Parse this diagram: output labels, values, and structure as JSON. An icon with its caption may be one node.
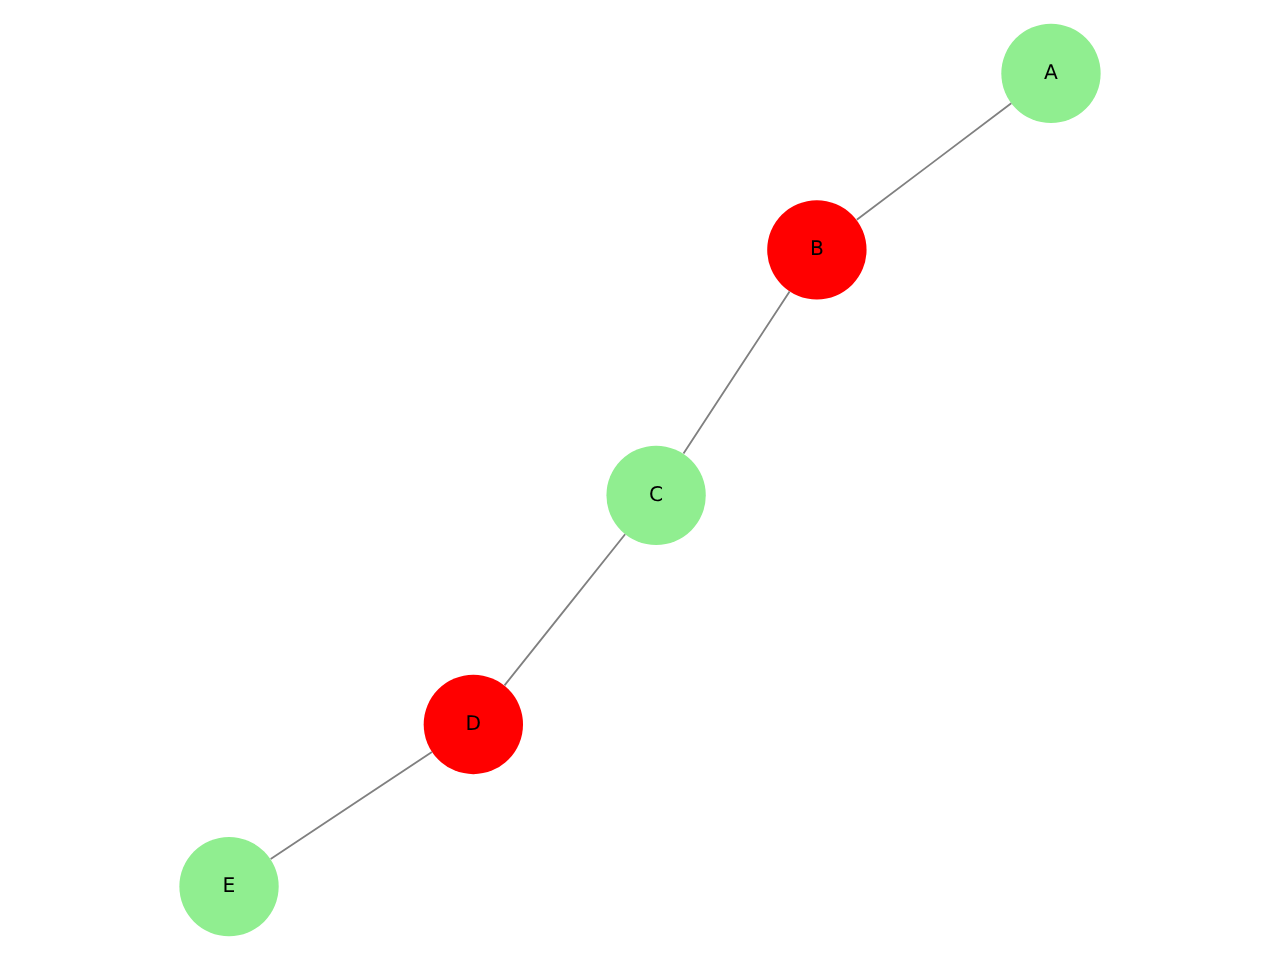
{
  "diagram": {
    "nodes": [
      {
        "text": [
          "A"
        ]
      },
      {
        "text": [
          "B"
        ]
      },
      {
        "text": [
          "C"
        ]
      },
      {
        "text": [
          "D"
        ]
      },
      {
        "text": [
          "E"
        ]
      }
    ],
    "edges": [
      {
        "from": 0,
        "to": 1,
        "arrow": "none"
      },
      {
        "from": 1,
        "to": 2,
        "arrow": "none"
      },
      {
        "from": 2,
        "to": 3,
        "arrow": "none"
      },
      {
        "from": 3,
        "to": 4,
        "arrow": "none"
      }
    ]
  }
}
